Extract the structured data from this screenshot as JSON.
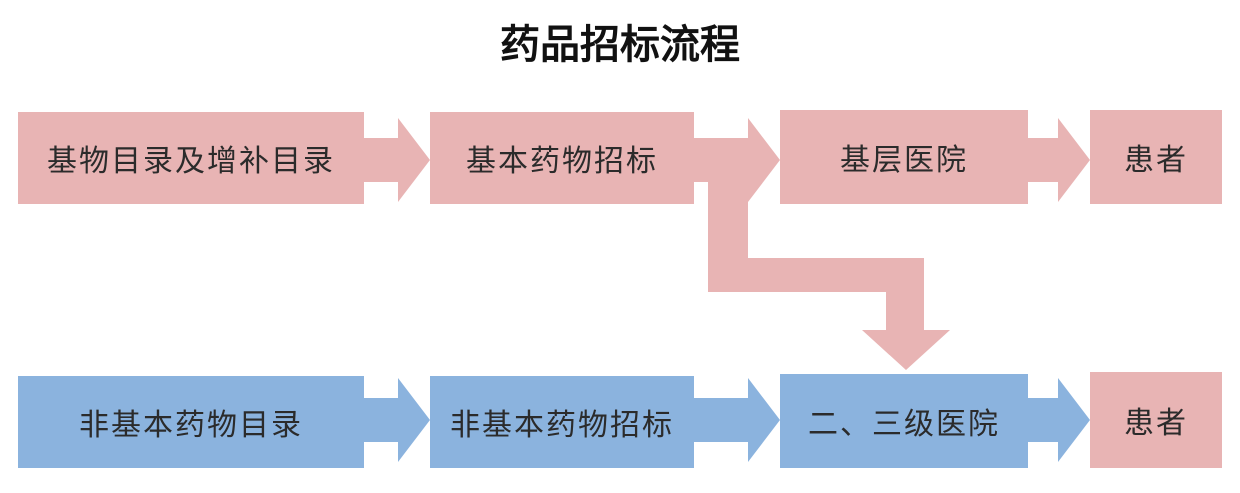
{
  "title": "药品招标流程",
  "colors": {
    "pink": "#e8b4b4",
    "blue": "#8bb3de"
  },
  "top_row": {
    "box1": "基物目录及增补目录",
    "box2": "基本药物招标",
    "box3": "基层医院",
    "box4": "患者"
  },
  "bottom_row": {
    "box1": "非基本药物目录",
    "box2": "非基本药物招标",
    "box3": "二、三级医院",
    "box4": "患者"
  }
}
